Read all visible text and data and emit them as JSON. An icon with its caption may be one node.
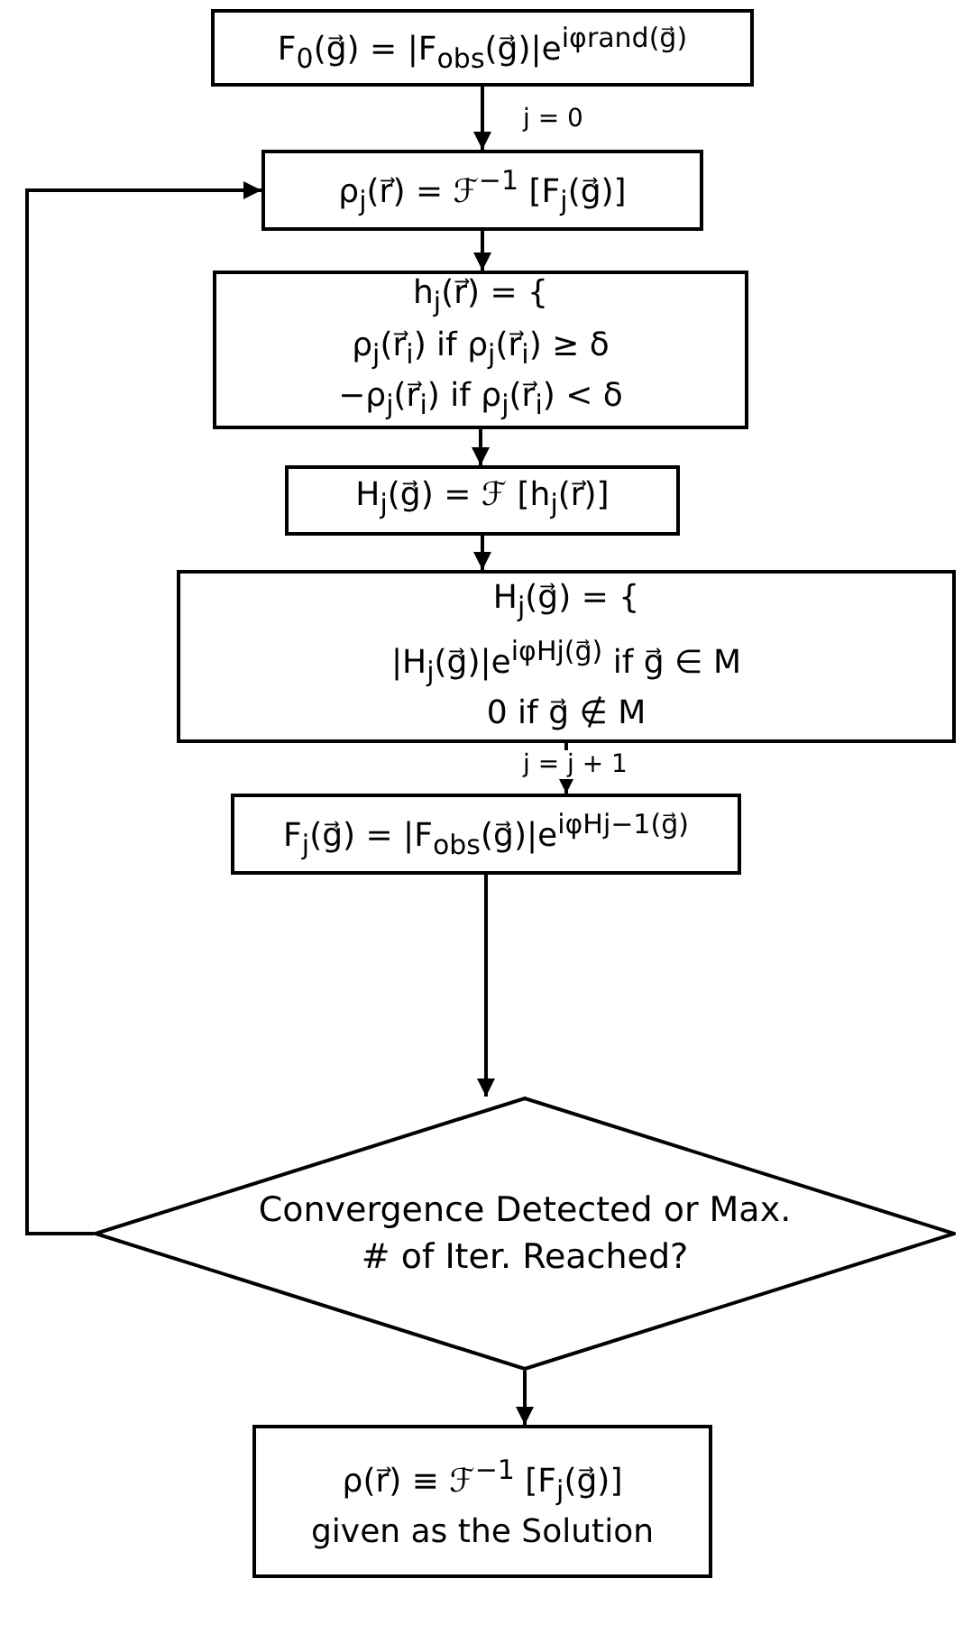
{
  "diagram": {
    "nodes": [
      {
        "text": [
          "F$_{0}$(g⃗) = |F$_{obs}$(g⃗)|e$^{iφrand(g⃗)}$"
        ]
      },
      {
        "text": [
          "ρ$_{j}$(r⃗) = ℱ$^{−1}$ [F$_{j}$(g⃗)]"
        ]
      },
      {
        "text": [
          "h$_{j}$(r⃗) = {",
          "ρ$_{j}$(r⃗$_{i}$) if ρ$_{j}$(r⃗$_{i}$) ≥ δ",
          "−ρ$_{j}$(r⃗$_{i}$) if ρ$_{j}$(r⃗$_{i}$) < δ"
        ]
      },
      {
        "text": [
          "H$_{j}$(g⃗) = ℱ [h$_{j}$(r⃗)]"
        ]
      },
      {
        "text": [
          "H$_{j}$(g⃗) = {",
          "|H$_{j}$(g⃗)|e$^{iφHj(g⃗)}$ if g⃗ ∈ M",
          "0 if g⃗ ∉ M"
        ]
      },
      {
        "text": [
          "F$_{j}$(g⃗) = |F$_{obs}$(g⃗)|e$^{iφHj−1(g⃗)}$"
        ]
      },
      {
        "text": [
          "Convergence Detected or Max. # of Iter. Reached?"
        ]
      },
      {
        "text": [
          "ρ(r⃗) ≡ ℱ$^{−1}$ [F$_{j}$(g⃗)]",
          "given as the Solution"
        ]
      }
    ],
    "edges": [
      {
        "from": 0,
        "to": 1,
        "arrow": "to",
        "label": "j = 0"
      },
      {
        "from": 1,
        "to": 2,
        "arrow": "to"
      },
      {
        "from": 2,
        "to": 3,
        "arrow": "to"
      },
      {
        "from": 3,
        "to": 4,
        "arrow": "to"
      },
      {
        "from": 4,
        "to": 5,
        "arrow": "to",
        "label": "j = j + 1"
      },
      {
        "from": 5,
        "to": 6,
        "arrow": "to"
      },
      {
        "from": 6,
        "to": 1,
        "arrow": "to"
      },
      {
        "from": 6,
        "to": 7,
        "arrow": "to"
      }
    ]
  }
}
